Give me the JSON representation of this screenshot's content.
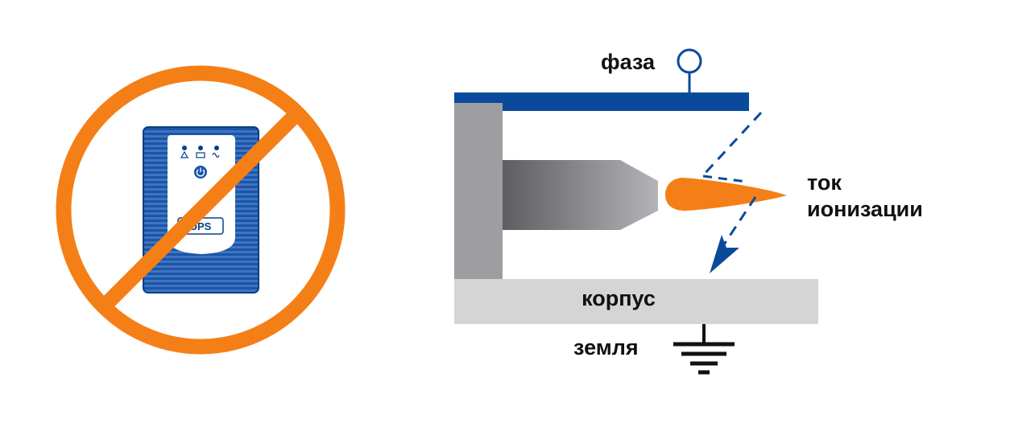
{
  "ups_device": {
    "label": "UPS"
  },
  "diagram": {
    "labels": {
      "phase": "фаза",
      "ionization_current_line1": "ток",
      "ionization_current_line2": "ионизации",
      "body": "корпус",
      "ground": "земля"
    }
  },
  "colors": {
    "prohibition": "#F57F17",
    "navy": "#0A4A9C",
    "body_plate": "#D5D5D5",
    "wall": "#9E9EA2",
    "flame": "#F57F17",
    "text": "#111111"
  },
  "icons": {
    "prohibition_sign": "no-sign-icon",
    "power_button": "power-icon",
    "warning_indicator": "warning-icon",
    "battery_indicator": "battery-icon",
    "ac_indicator": "ac-wave-icon",
    "ground_symbol": "ground-icon",
    "phase_terminal": "terminal-icon"
  }
}
